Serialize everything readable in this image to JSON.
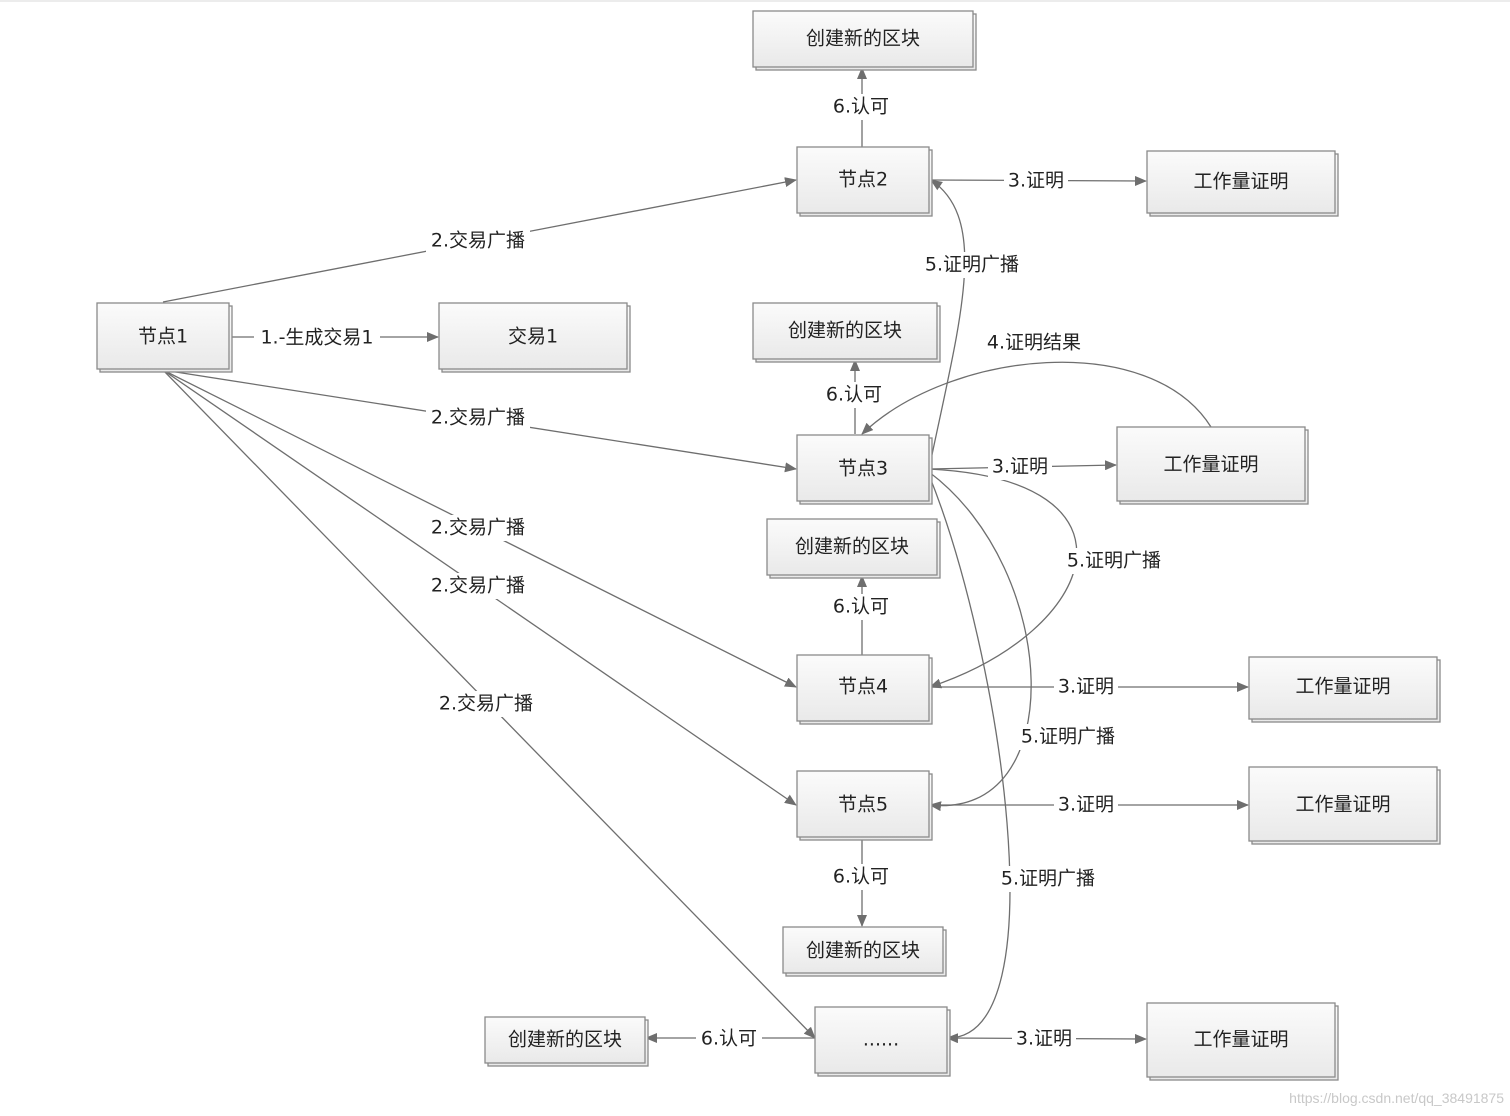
{
  "diagram": {
    "nodes": {
      "node1": "节点1",
      "tx1": "交易1",
      "node2": "节点2",
      "node3": "节点3",
      "node4": "节点4",
      "node5": "节点5",
      "node_more": "......",
      "block_n2": "创建新的区块",
      "block_n3": "创建新的区块",
      "block_n4": "创建新的区块",
      "block_n5": "创建新的区块",
      "block_more": "创建新的区块",
      "pow_n2": "工作量证明",
      "pow_n3": "工作量证明",
      "pow_n4": "工作量证明",
      "pow_n5": "工作量证明",
      "pow_more": "工作量证明"
    },
    "edges": {
      "gen_tx": "1.-生成交易1",
      "bc_n2": "2.交易广播",
      "bc_n3": "2.交易广播",
      "bc_n4": "2.交易广播",
      "bc_n5": "2.交易广播",
      "bc_more": "2.交易广播",
      "prove_n2": "3.证明",
      "prove_n3": "3.证明",
      "prove_n4": "3.证明",
      "prove_n5": "3.证明",
      "prove_more": "3.证明",
      "result_n3": "4.证明结果",
      "pbc_n2": "5.证明广播",
      "pbc_n4": "5.证明广播",
      "pbc_n5": "5.证明广播",
      "pbc_more": "5.证明广播",
      "ack_n2": "6.认可",
      "ack_n3": "6.认可",
      "ack_n4": "6.认可",
      "ack_n5": "6.认可",
      "ack_more": "6.认可"
    },
    "watermark": "https://blog.csdn.net/qq_38491875"
  }
}
